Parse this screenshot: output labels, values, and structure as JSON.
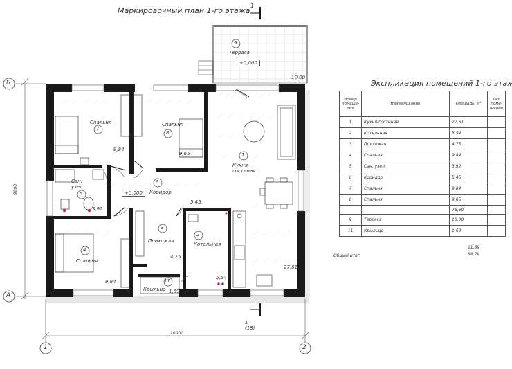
{
  "plan_title": "Маркировочный план 1-го этажа",
  "table_title": "Экспликация помещений 1-го этажа",
  "axes": {
    "col_top": "1",
    "col_bottom_mark": "1 (18)",
    "col_left": "1",
    "col_right": "2",
    "row_top": "Б",
    "row_bottom": "А"
  },
  "dimensions": {
    "height": "9000",
    "width": "10000"
  },
  "level_marks": {
    "terrace": "+0,000",
    "corridor": "+0,000"
  },
  "rooms": [
    {
      "num": "1",
      "name": "Кухня-гостиная",
      "area": "27,61"
    },
    {
      "num": "2",
      "name": "Котельная",
      "area": "5,54"
    },
    {
      "num": "3",
      "name": "Прихожая",
      "area": "4,75"
    },
    {
      "num": "4",
      "name": "Спальня",
      "area": "9,84"
    },
    {
      "num": "5",
      "name": "Сан. узел",
      "area": "3,92"
    },
    {
      "num": "6",
      "name": "Коридор",
      "area": "5,45"
    },
    {
      "num": "7",
      "name": "Спальня",
      "area": "9,84"
    },
    {
      "num": "8",
      "name": "Спальня",
      "area": "9,65"
    },
    {
      "num": "9",
      "name": "Терраса",
      "area": "10,00"
    },
    {
      "num": "11",
      "name": "Крыльцо",
      "area": "1,69"
    }
  ],
  "table": {
    "headers": {
      "num": "Номер помеще-ния",
      "name": "Наименование",
      "area": "Площадь, м²",
      "cat": "Кат. поме-щения"
    },
    "rows_main": [
      {
        "num": "1",
        "name": "Кухня-гостиная",
        "area": "27,61"
      },
      {
        "num": "2",
        "name": "Котельная",
        "area": "5,54"
      },
      {
        "num": "3",
        "name": "Прихожая",
        "area": "4,75"
      },
      {
        "num": "4",
        "name": "Спальня",
        "area": "9,84"
      },
      {
        "num": "5",
        "name": "Сан. узел",
        "area": "3,92"
      },
      {
        "num": "6",
        "name": "Коридор",
        "area": "5,45"
      },
      {
        "num": "7",
        "name": "Спальня",
        "area": "9,84"
      },
      {
        "num": "8",
        "name": "Спальня",
        "area": "9,65"
      }
    ],
    "subtotal_main": "76,60",
    "rows_extra": [
      {
        "num": "9",
        "name": "Терраса",
        "area": "10,00"
      },
      {
        "num": "11",
        "name": "Крыльцо",
        "area": "1,69"
      }
    ],
    "subtotal_extra": "11,69",
    "total_label": "Общий итог",
    "total": "88,29"
  }
}
